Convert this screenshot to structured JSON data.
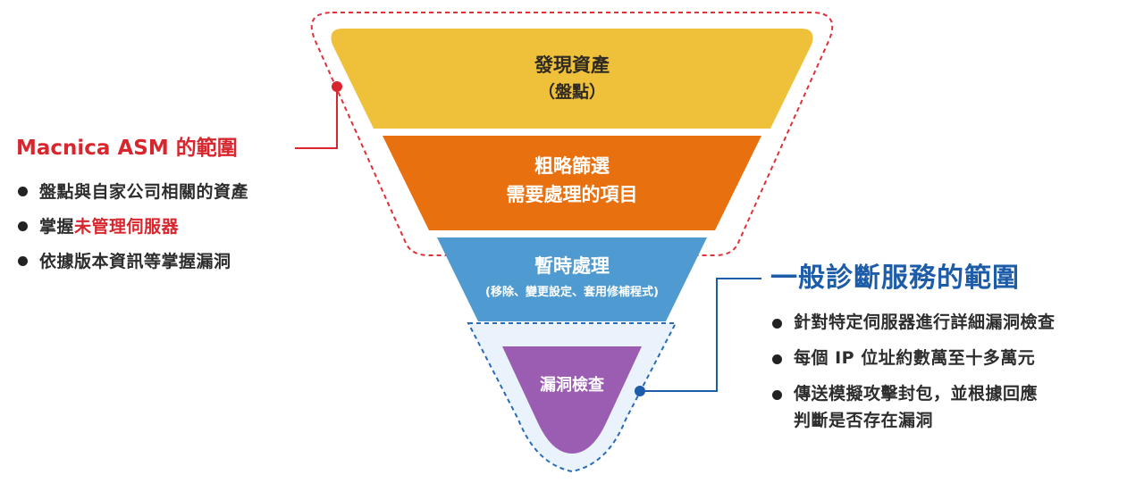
{
  "tiers": [
    {
      "title": "發現資產",
      "subtitle": "（盤點）",
      "color": "#efc13a"
    },
    {
      "title": "粗略篩選",
      "subtitle": "需要處理的項目",
      "color": "#e8700f"
    },
    {
      "title": "暫時處理",
      "subtitle": "(移除、變更設定、套用修補程式)",
      "color": "#4f9bd1"
    },
    {
      "title": "漏洞檢查",
      "subtitle": "",
      "color": "#9a5db2"
    }
  ],
  "asm_scope": {
    "title": "Macnica ASM 的範圍",
    "color": "#d8262e",
    "bullets": [
      {
        "text": "盤點與自家公司相關的資產"
      },
      {
        "prefix": "掌握",
        "highlight": "未管理伺服器"
      },
      {
        "text": "依據版本資訊等掌握漏洞"
      }
    ]
  },
  "general_scope": {
    "title": "一般診斷服務的範圍",
    "color": "#1c5ca8",
    "bullets": [
      {
        "text": "針對特定伺服器進行詳細漏洞檢查"
      },
      {
        "text": "每個 IP 位址約數萬至十多萬元"
      },
      {
        "text": "傳送模擬攻擊封包，並根據回應",
        "cont": "判斷是否存在漏洞"
      }
    ]
  }
}
